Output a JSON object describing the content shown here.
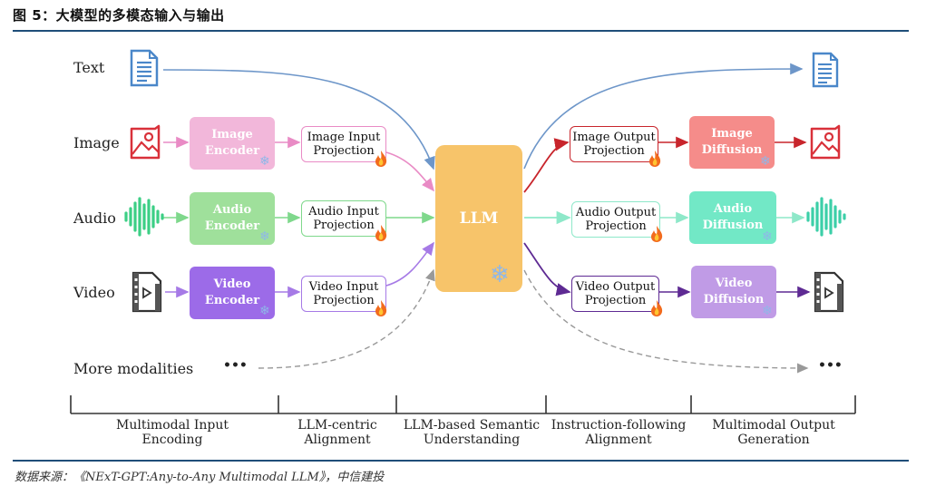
{
  "title": "图 5：大模型的多模态输入与输出",
  "source": "数据来源：《NExT-GPT:Any-to-Any Multimodal LLM》，中信建投",
  "inputs": [
    {
      "label": "Text"
    },
    {
      "label": "Image",
      "encoder": "Image Encoder",
      "projection": "Image Input Projection"
    },
    {
      "label": "Audio",
      "encoder": "Audio Encoder",
      "projection": "Audio Input Projection"
    },
    {
      "label": "Video",
      "encoder": "Video Encoder",
      "projection": "Video Input Projection"
    },
    {
      "label": "More modalities"
    }
  ],
  "llm": "LLM",
  "outputs": [
    {
      "projection": "Image Output Projection",
      "decoder": "Image Diffusion"
    },
    {
      "projection": "Audio Output Projection",
      "decoder": "Audio Diffusion"
    },
    {
      "projection": "Video Output Projection",
      "decoder": "Video Diffusion"
    }
  ],
  "ellipsis": "•••",
  "stages": [
    "Multimodal Input Encoding",
    "LLM-centric Alignment",
    "LLM-based Semantic Understanding",
    "Instruction-following Alignment",
    "Multimodal Output Generation"
  ],
  "colors": {
    "image": "#e0434a",
    "audio": "#4ccf7a",
    "video": "#8b46d9",
    "text": "#5a8cc8",
    "llm": "#f7c46a",
    "image_encoder": "#f2b7da",
    "audio_encoder": "#9fe09b",
    "video_encoder": "#9c6be8",
    "image_diffusion": "#f58c8a",
    "audio_diffusion": "#72e8c6",
    "video_diffusion": "#c09be6"
  }
}
